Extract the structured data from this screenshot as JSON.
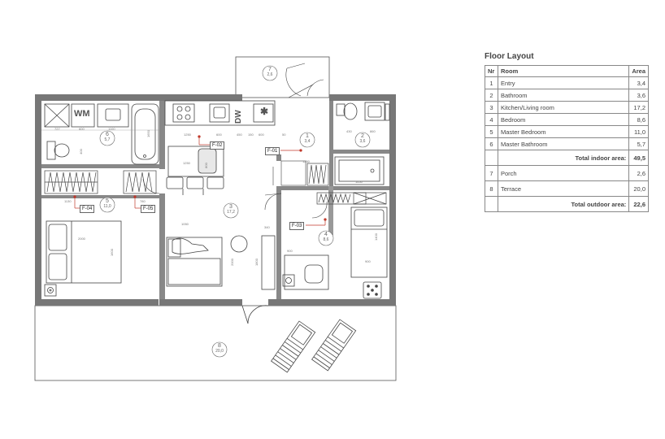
{
  "legend": {
    "title": "Floor Layout",
    "headers": {
      "nr": "Nr",
      "room": "Room",
      "area": "Area"
    },
    "rooms": [
      {
        "nr": "1",
        "room": "Entry",
        "area": "3,4"
      },
      {
        "nr": "2",
        "room": "Bathroom",
        "area": "3,6"
      },
      {
        "nr": "3",
        "room": "Kitchen/Living room",
        "area": "17,2"
      },
      {
        "nr": "4",
        "room": "Bedroom",
        "area": "8,6"
      },
      {
        "nr": "5",
        "room": "Master Bedroom",
        "area": "11,0"
      },
      {
        "nr": "6",
        "room": "Master Bathroom",
        "area": "5,7"
      }
    ],
    "total_indoor_label": "Total indoor area:",
    "total_indoor": "49,5",
    "outdoor": [
      {
        "nr": "7",
        "room": "Porch",
        "area": "2,6"
      },
      {
        "nr": "8",
        "room": "Terrace",
        "area": "20,0"
      }
    ],
    "total_outdoor_label": "Total outdoor area:",
    "total_outdoor": "22,6"
  },
  "plan": {
    "room_labels": [
      {
        "num": "1",
        "area": "3,4"
      },
      {
        "num": "2",
        "area": "3,6"
      },
      {
        "num": "3",
        "area": "17,2"
      },
      {
        "num": "4",
        "area": "8,6"
      },
      {
        "num": "5",
        "area": "11,0"
      },
      {
        "num": "6",
        "area": "5,7"
      },
      {
        "num": "7",
        "area": "2,6"
      },
      {
        "num": "8",
        "area": "20,0"
      }
    ],
    "tags": [
      "F-01",
      "F-02",
      "F-03",
      "F-04",
      "F-05"
    ],
    "appliance_wm": "WM",
    "appliance_dw": "DW",
    "dims": {
      "d727": "727",
      "d600a": "600",
      "d1100a": "1100",
      "d1650a": "1650",
      "d400a": "400",
      "d1250a": "1250",
      "d600b": "600",
      "d450": "450",
      "d150": "150",
      "d600c": "600",
      "d50": "50",
      "d1250b": "1250",
      "d800": "800",
      "d1250c": "1250",
      "d1130": "1130",
      "d780": "780",
      "d1050": "1050",
      "d2000a": "2000",
      "d1600": "1600",
      "d2000b": "2000",
      "d1800": "1800",
      "d340": "340",
      "d900": "900",
      "d1650b": "1650",
      "d430": "430",
      "d860": "860",
      "d900b": "900",
      "d1400": "1400"
    }
  }
}
